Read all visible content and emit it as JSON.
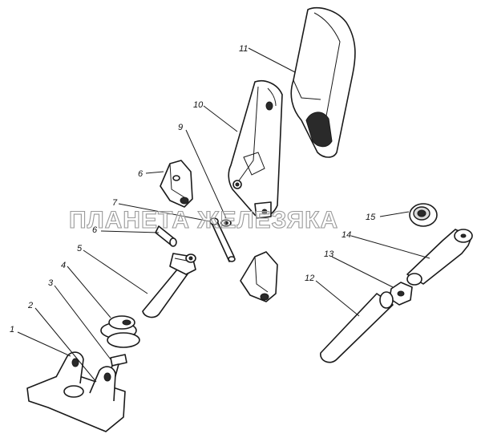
{
  "watermark": "ПЛАНЕТА ЖЕЛЕЗЯКА",
  "callouts": [
    {
      "id": "c1",
      "label": "1"
    },
    {
      "id": "c2",
      "label": "2"
    },
    {
      "id": "c3",
      "label": "3"
    },
    {
      "id": "c4",
      "label": "4"
    },
    {
      "id": "c5",
      "label": "5"
    },
    {
      "id": "c6a",
      "label": "6"
    },
    {
      "id": "c6b",
      "label": "6"
    },
    {
      "id": "c7",
      "label": "7"
    },
    {
      "id": "c9",
      "label": "9"
    },
    {
      "id": "c10",
      "label": "10"
    },
    {
      "id": "c11",
      "label": "11"
    },
    {
      "id": "c12",
      "label": "12"
    },
    {
      "id": "c13",
      "label": "13"
    },
    {
      "id": "c14",
      "label": "14"
    },
    {
      "id": "c15",
      "label": "15"
    }
  ]
}
